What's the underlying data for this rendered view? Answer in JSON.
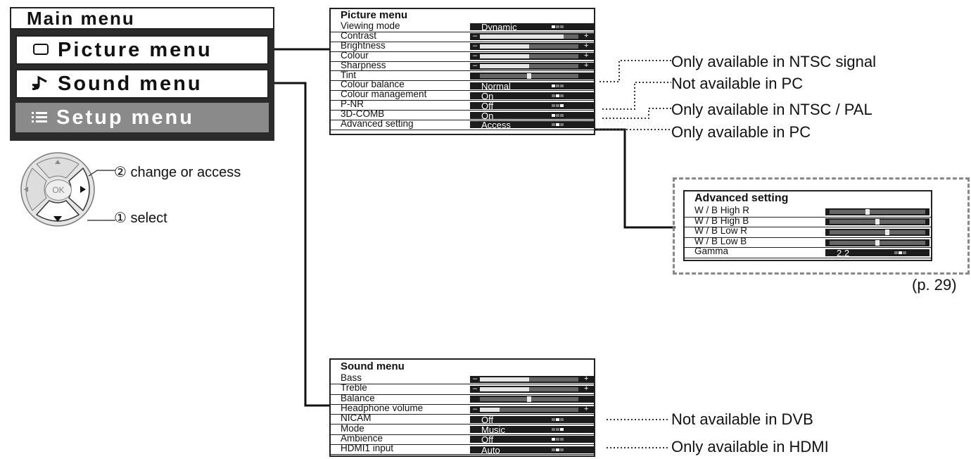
{
  "main_menu": {
    "title": "Main menu",
    "items": [
      {
        "label": "Picture menu",
        "icon": "picture-icon"
      },
      {
        "label": "Sound menu",
        "icon": "note-icon"
      },
      {
        "label": "Setup menu",
        "icon": "list-icon"
      }
    ]
  },
  "remote": {
    "ok_label": "OK",
    "step2": "② change or access",
    "step1": "① select"
  },
  "picture_menu": {
    "title": "Picture menu",
    "rows": [
      {
        "label": "Viewing mode",
        "value": "Dynamic"
      },
      {
        "label": "Contrast",
        "level": 0.85
      },
      {
        "label": "Brightness",
        "level": 0.5
      },
      {
        "label": "Colour",
        "level": 0.5
      },
      {
        "label": "Sharpness",
        "level": 0.5
      },
      {
        "label": "Tint",
        "level": 0.5
      },
      {
        "label": "Colour balance",
        "value": "Normal"
      },
      {
        "label": "Colour management",
        "value": "On"
      },
      {
        "label": "P-NR",
        "value": "Off"
      },
      {
        "label": "3D-COMB",
        "value": "On"
      },
      {
        "label": "Advanced setting",
        "value": "Access"
      }
    ]
  },
  "picture_notes": [
    "Only available in NTSC signal",
    "Not available in PC",
    "Only available in NTSC / PAL",
    "Only available in PC"
  ],
  "advanced_menu": {
    "title": "Advanced setting",
    "rows": [
      {
        "label": "W / B  High  R",
        "level": 0.4
      },
      {
        "label": "W / B  High  B",
        "level": 0.5
      },
      {
        "label": "W / B  Low  R",
        "level": 0.6
      },
      {
        "label": "W / B  Low  B",
        "level": 0.5
      },
      {
        "label": "Gamma",
        "value": "2.2"
      }
    ],
    "page_ref": "(p. 29)"
  },
  "sound_menu": {
    "title": "Sound menu",
    "rows": [
      {
        "label": "Bass",
        "level": 0.5
      },
      {
        "label": "Treble",
        "level": 0.5
      },
      {
        "label": "Balance",
        "level": 0.5
      },
      {
        "label": "Headphone volume",
        "level": 0.2
      },
      {
        "label": "NICAM",
        "value": "Off"
      },
      {
        "label": "Mode",
        "value": "Music"
      },
      {
        "label": "Ambience",
        "value": "Off"
      },
      {
        "label": "HDMI1 input",
        "value": "Auto"
      }
    ]
  },
  "sound_notes": [
    "Not available in DVB",
    "Only available in HDMI"
  ],
  "plus_minus": [
    "–",
    "+"
  ]
}
